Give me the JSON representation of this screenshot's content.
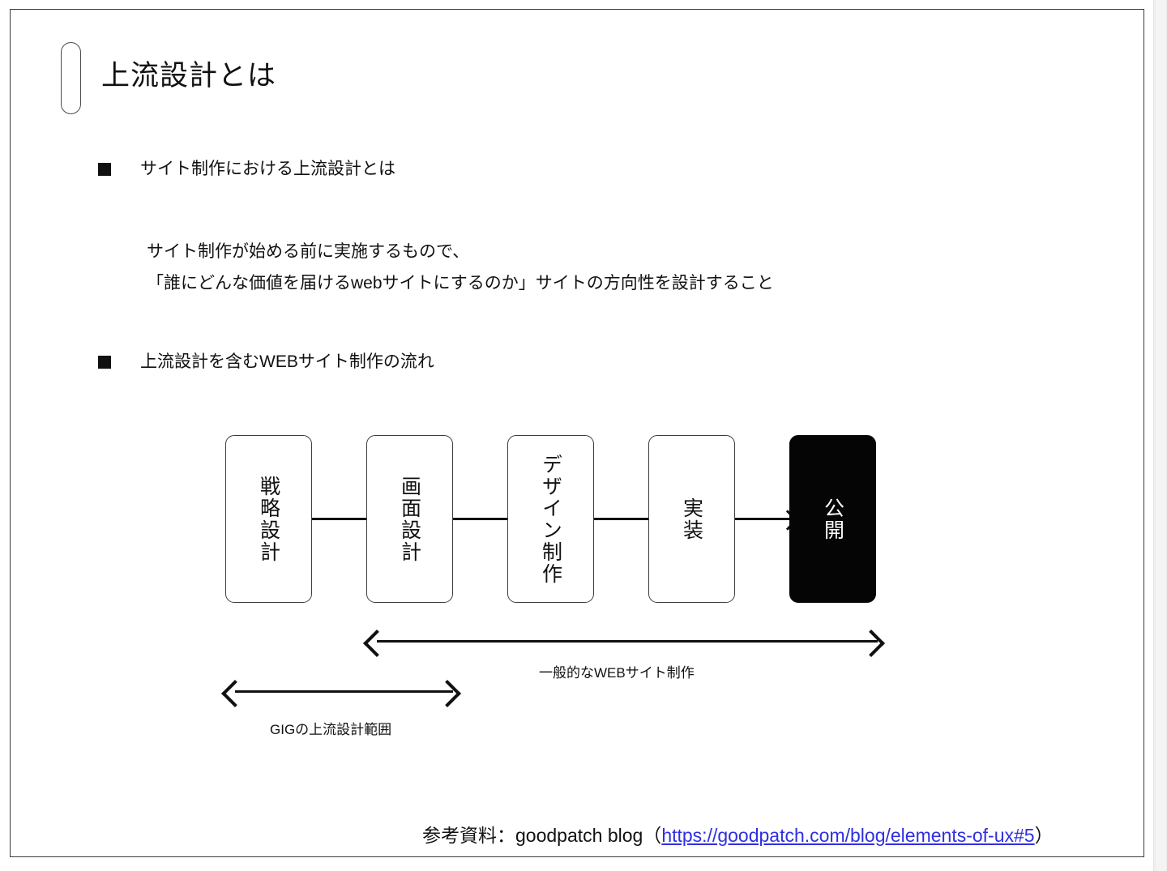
{
  "slide": {
    "title": "上流設計とは",
    "bullets": [
      {
        "mark": "square-bullet",
        "label": "サイト制作における上流設計とは"
      },
      {
        "mark": "square-bullet",
        "label": "上流設計を含むWEBサイト制作の流れ"
      }
    ],
    "paragraph": {
      "line1": "サイト制作が始める前に実施するもので、",
      "line2": "「誰にどんな価値を届けるwebサイトにするのか」サイトの方向性を設計すること"
    },
    "flow": {
      "steps": [
        {
          "label": "戦略設計",
          "style": "outline"
        },
        {
          "label": "画面設計",
          "style": "outline"
        },
        {
          "label": "デザイン制作",
          "style": "outline"
        },
        {
          "label": "実装",
          "style": "outline"
        },
        {
          "label": "公開",
          "style": "filled"
        }
      ],
      "measures": [
        {
          "label": "一般的なWEBサイト制作",
          "spans": "画面設計 → 公開"
        },
        {
          "label": "GIGの上流設計範囲",
          "spans": "戦略設計 → 画面設計"
        }
      ]
    },
    "citation": {
      "prefix": "参考資料：goodpatch blog（",
      "url": "https://goodpatch.com/blog/elements-of-ux#5",
      "suffix": "）"
    },
    "colors": {
      "link": "#2f2fe0",
      "ink": "#111111",
      "filled_box": "#050505",
      "frame": "#3a3a3a"
    }
  }
}
